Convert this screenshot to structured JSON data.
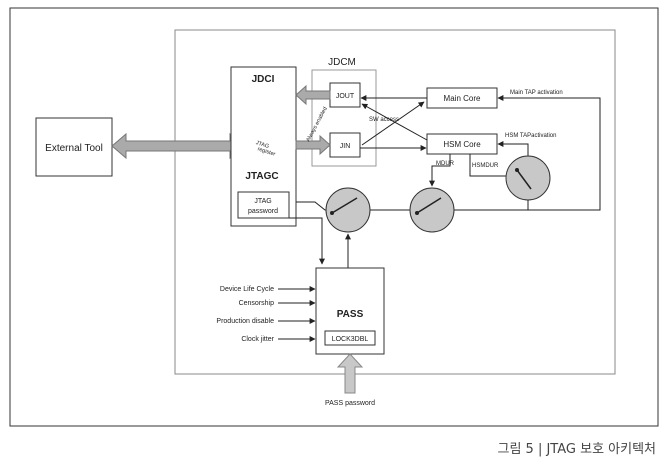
{
  "diagram": {
    "blocks": {
      "external_tool": "External Tool",
      "jdci": "JDCI",
      "jtagc": "JTAGC",
      "jtag_password": [
        "JTAG",
        "password"
      ],
      "jdcm": "JDCM",
      "jout": "JOUT",
      "jin": "JIN",
      "main_core": "Main Core",
      "hsm_core": "HSM Core",
      "pass": "PASS",
      "lock3dbl": "LOCK3DBL"
    },
    "labels": {
      "jtag_register": [
        "JTAG",
        "register"
      ],
      "always_enabled": "Always enabled",
      "sw_access": "SW access",
      "main_tap_activation": "Main TAP activation",
      "hsm_tap_activation": "HSM TAPactivation",
      "mdur": "MDUR",
      "hsmdur": "HSMDUR",
      "pass_password": "PASS password"
    },
    "pass_inputs": [
      "Device Life Cycle",
      "Censorship",
      "Production disable",
      "Clock jitter"
    ]
  },
  "caption": "그림 5 | JTAG 보호 아키텍처",
  "colors": {
    "line": "#222222",
    "fill_gray": "#c8c8c8",
    "arrow_gray": "#aaaaaa"
  }
}
